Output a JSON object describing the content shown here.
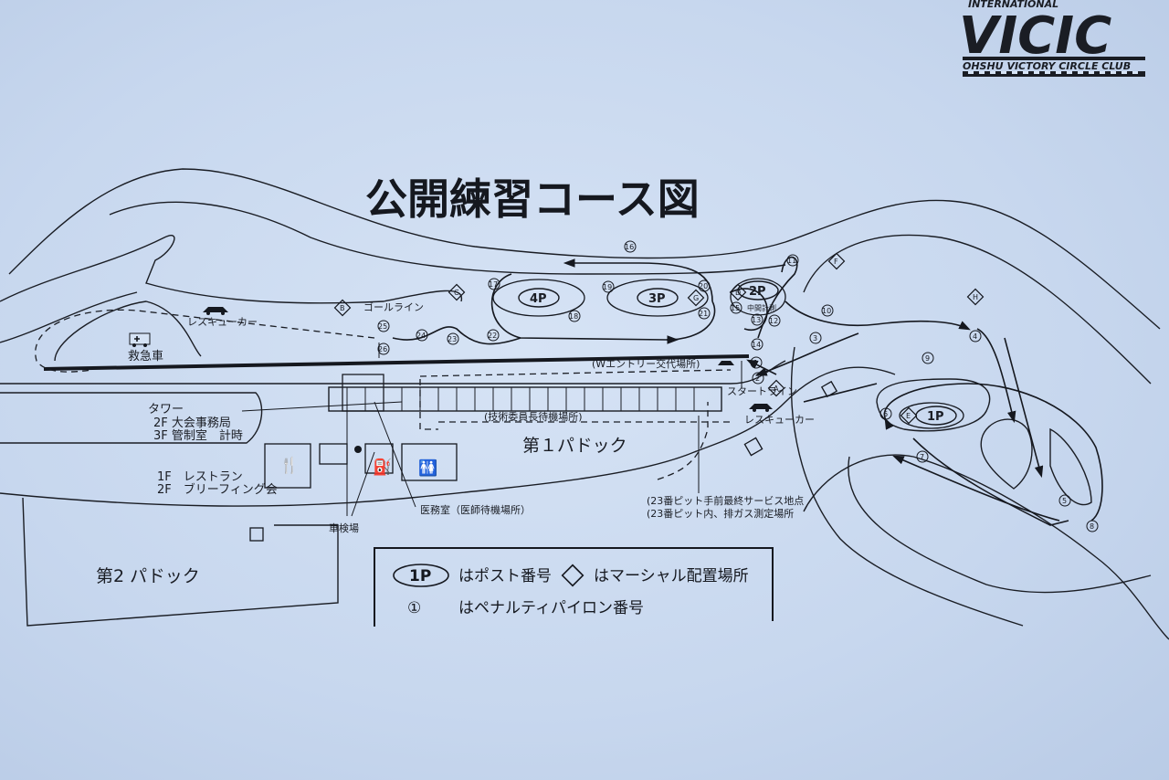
{
  "title": "公開練習コース図",
  "logo": {
    "main": "VICIC",
    "top": "INTERNATIONAL",
    "sub": "OHSHU VICTORY CIRCLE CLUB"
  },
  "labels": {
    "goal_line": "ゴールライン",
    "start_line": "スタートライン",
    "rescue_car_left": "レスキューカー",
    "rescue_car_right": "レスキューカー",
    "ambulance": "救急車",
    "w_entry": "(Wエントリー交代場所)",
    "tech_waiting": "(技術委員長待機場所)",
    "paddock1": "第１パドック",
    "paddock2": "第2 パドック",
    "tower": "タワー",
    "tower_2f": "2F 大会事務局",
    "tower_3f": "3F 管制室　計時",
    "bldg_1f": "1F　レストラン",
    "bldg_2f": "2F　ブリーフィング会",
    "inspection": "車検場",
    "medical": "医務室（医師待機場所）",
    "pit_note_1": "(23番ピット手前最終サービス地点",
    "pit_note_2": "(23番ピット内、排ガス測定場所",
    "midway": "中間計測"
  },
  "posts": [
    "1P",
    "2P",
    "3P",
    "4P"
  ],
  "marshals": [
    "A",
    "B",
    "C",
    "D",
    "E",
    "F",
    "G",
    "H"
  ],
  "pylons": [
    "1",
    "2",
    "3",
    "4",
    "5",
    "6",
    "7",
    "8",
    "9",
    "10",
    "11",
    "12",
    "13",
    "14",
    "15",
    "16",
    "17",
    "18",
    "19",
    "20",
    "21",
    "22",
    "23",
    "24",
    "25",
    "26"
  ],
  "legend": {
    "post_symbol": "1P",
    "post_text": "はポスト番号",
    "marshal_text": "はマーシャル配置場所",
    "pylon_symbol": "①",
    "pylon_text": "はペナルティパイロン番号"
  }
}
